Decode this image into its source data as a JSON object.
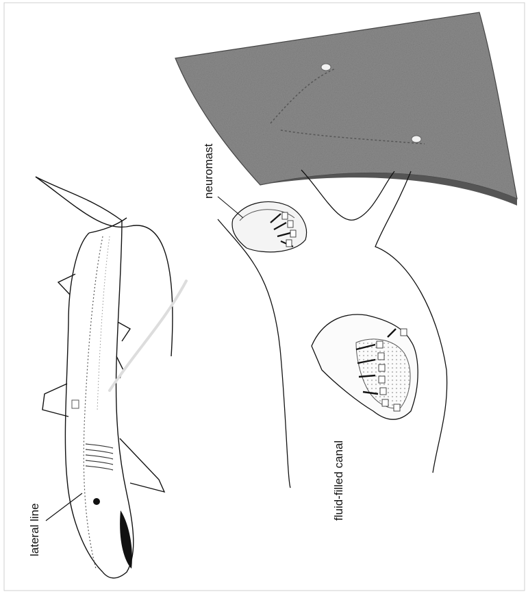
{
  "labels": {
    "lateral_line": "lateral line",
    "neuromast": "neuromast",
    "fluid_filled_canal": "fluid-filled canal"
  },
  "colors": {
    "ink": "#111111",
    "skin_gray": "#8a8a8a",
    "skin_dark": "#6f6f6f",
    "background": "#ffffff",
    "border": "#bdbdbd"
  }
}
